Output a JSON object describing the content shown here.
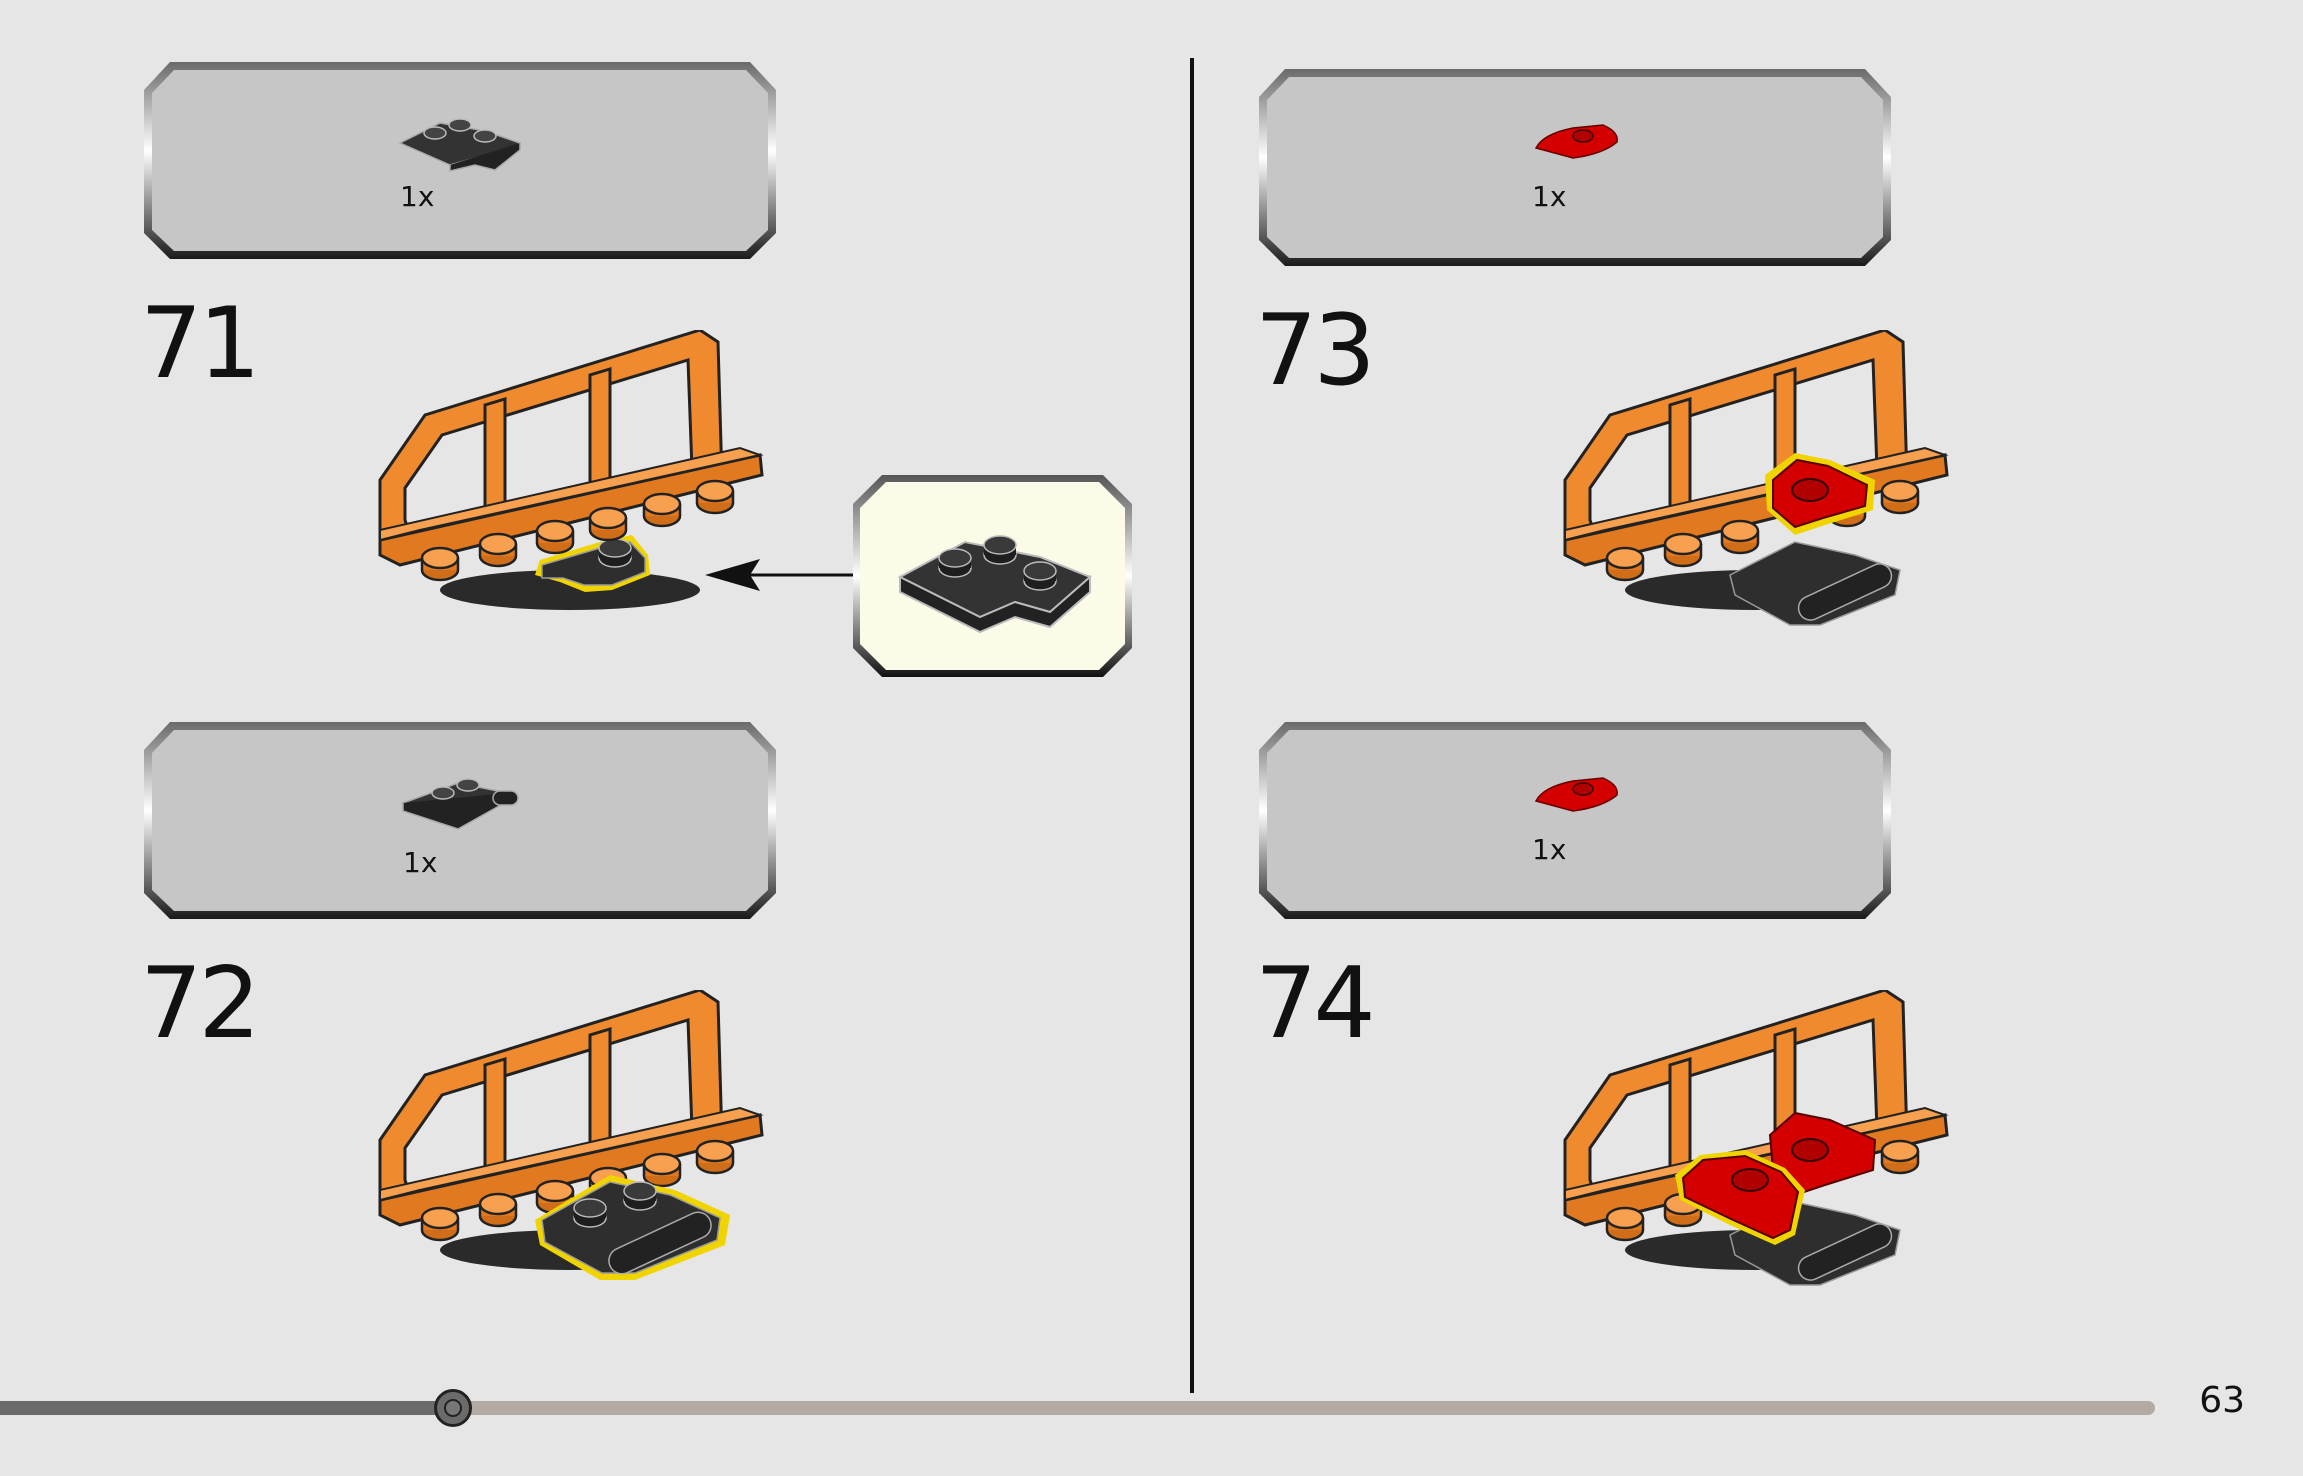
{
  "page_number": "63",
  "progress": {
    "value": 0.21
  },
  "steps": [
    {
      "number": "71",
      "parts": [
        {
          "quantity": "1x",
          "part": "dark-gray-corner-plate",
          "color": "#3a3a3a"
        }
      ],
      "callout": {
        "part": "dark-gray-corner-plate"
      }
    },
    {
      "number": "72",
      "parts": [
        {
          "quantity": "1x",
          "part": "dark-gray-wheel-holder-plate",
          "color": "#3a3a3a"
        }
      ]
    },
    {
      "number": "73",
      "parts": [
        {
          "quantity": "1x",
          "part": "red-curved-plate",
          "color": "#d40000"
        }
      ]
    },
    {
      "number": "74",
      "parts": [
        {
          "quantity": "1x",
          "part": "red-curved-plate",
          "color": "#d40000"
        }
      ]
    }
  ],
  "colors": {
    "background": "#e6e6e6",
    "parts_box": "#c6c6c6",
    "callout_box": "#fbfbe8",
    "orange": "#f08a2e",
    "highlight": "#f0d400"
  }
}
